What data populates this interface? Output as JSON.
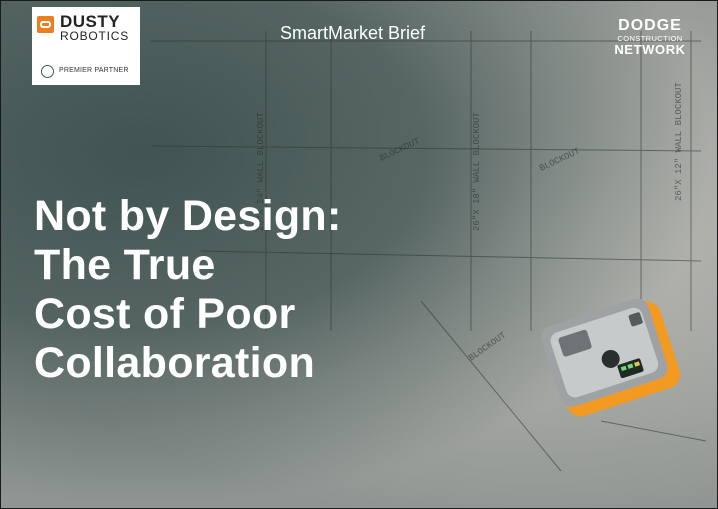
{
  "partner_logo": {
    "name": "DUSTY",
    "sub": "ROBOTICS",
    "badge": "PREMIER PARTNER",
    "accent": "#ee7d1f"
  },
  "report_type": "SmartMarket Brief",
  "publisher": {
    "line1": "DODGE",
    "line2": "CONSTRUCTION",
    "line3": "NETWORK"
  },
  "headline": [
    "Not by Design:",
    "The True",
    "Cost of Poor",
    "Collaboration"
  ],
  "floor_markings": [
    "26\"X 24\" WALL BLOCKOUT",
    "26\"X 18\" WALL BLOCKOUT",
    "26\"X 12\" WALL BLOCKOUT",
    "BLOCKOUT"
  ],
  "colors": {
    "headline": "#ffffff",
    "robot_orange": "#f29a22"
  }
}
